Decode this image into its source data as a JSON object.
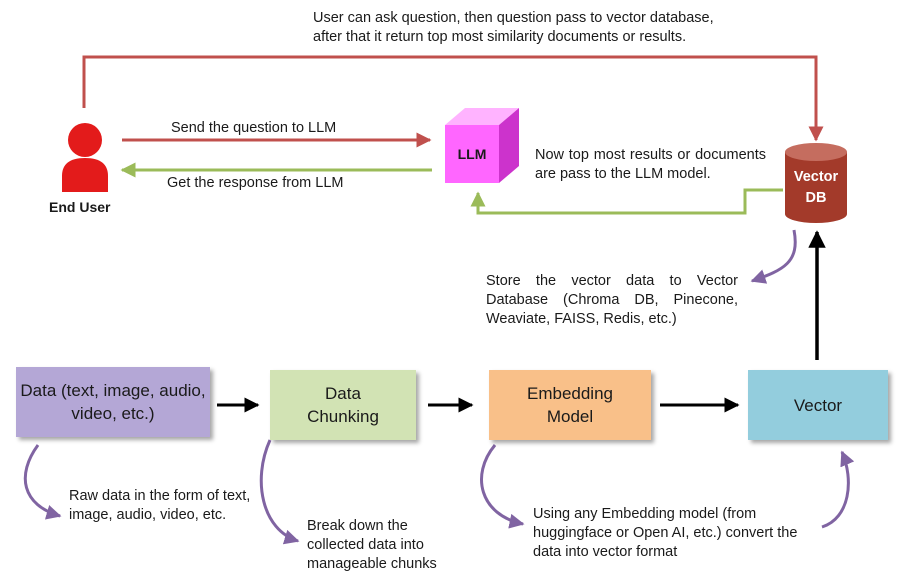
{
  "top_note": {
    "line1": "User can ask question, then question pass to vector database,",
    "line2": "after that it return top most similarity documents or results."
  },
  "end_user": {
    "label": "End User"
  },
  "llm": {
    "label": "LLM"
  },
  "vector_db": {
    "line1": "Vector",
    "line2": "DB"
  },
  "send_question": "Send the question to LLM",
  "get_response": "Get the response from LLM",
  "llm_note": "Now top most results or documents are pass to the LLM model.",
  "store_note": "Store the vector data to Vector Database (Chroma DB, Pinecone, Weaviate, FAISS, Redis, etc.)",
  "pipeline": [
    {
      "label": "Data (text, image, audio, video, etc.)",
      "color": "#b4a7d6"
    },
    {
      "label": "Data Chunking",
      "color": "#d2e3b4"
    },
    {
      "label": "Embedding Model",
      "color": "#f9c089"
    },
    {
      "label": "Vector",
      "color": "#93cddd"
    }
  ],
  "notes": {
    "raw_data": "Raw data in the form of text, image, audio, video, etc.",
    "chunking": "Break down the collected data into manageable chunks",
    "embedding": "Using any Embedding model (from huggingface or Open AI, etc.) convert the data into vector format"
  },
  "colors": {
    "question_arrow": "#c0504d",
    "response_arrow": "#9bbb59",
    "note_arrow": "#8064a2",
    "user_icon": "#e31b1b",
    "llm_cube": "#ff66ff",
    "db_cylinder": "#a33a2a"
  },
  "icons": [
    "user-icon",
    "cube-icon",
    "database-icon"
  ]
}
